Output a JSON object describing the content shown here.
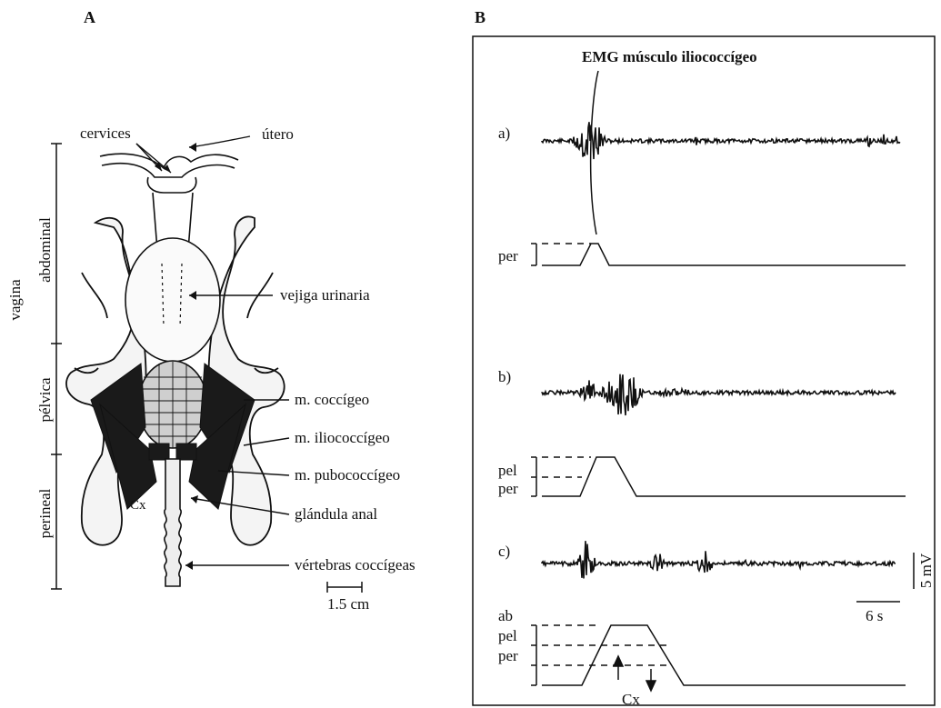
{
  "panelA": {
    "letter": "A",
    "region_labels": {
      "vagina": "vagina",
      "abdominal": "abdominal",
      "pelvica": "pélvica",
      "perineal": "perineal"
    },
    "annotations": {
      "cervices": "cervices",
      "utero": "útero",
      "vejiga": "vejiga urinaria",
      "coccigeo": "m. coccígeo",
      "iliococcigeo": "m. iliococcígeo",
      "pubococcigeo": "m. pubococcígeo",
      "glandula": "glándula anal",
      "vertebras": "vértebras coccígeas",
      "cx": "Cx"
    },
    "scale_bar": "1.5 cm"
  },
  "panelB": {
    "letter": "B",
    "title": "EMG músculo iliococcígeo",
    "traces": [
      {
        "id": "a",
        "label": "a)",
        "levels": [
          "per"
        ]
      },
      {
        "id": "b",
        "label": "b)",
        "levels": [
          "pel",
          "per"
        ]
      },
      {
        "id": "c",
        "label": "c)",
        "levels": [
          "ab",
          "pel",
          "per"
        ]
      }
    ],
    "cx_label": "Cx",
    "scale_voltage": "5 mV",
    "scale_time": "6 s"
  },
  "colors": {
    "ink": "#111111",
    "muscle": "#1a1a1a",
    "background": "#ffffff"
  }
}
